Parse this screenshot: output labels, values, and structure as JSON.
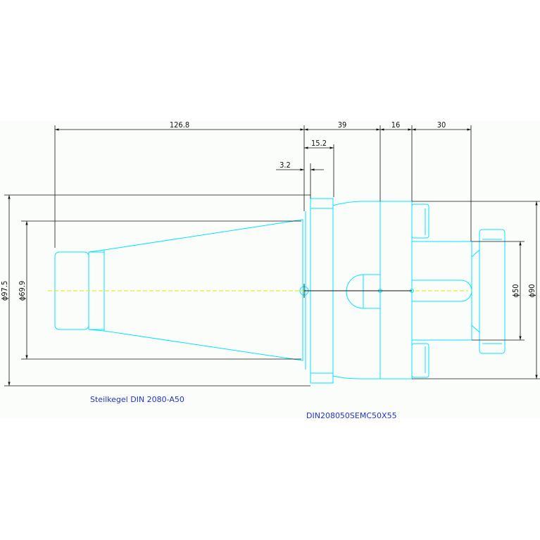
{
  "dimensions": {
    "total_length": "126.8",
    "length_39": "39",
    "length_16": "16",
    "length_30": "30",
    "length_15_2": "15.2",
    "length_3_2": "3.2",
    "dia_97_5": "ϕ97.5",
    "dia_69_9": "ϕ69.9",
    "dia_50": "ϕ50",
    "dia_90": "ϕ90"
  },
  "captions": {
    "taper_label": "Steilkegel DIN 2080-A50",
    "part_number": "DIN208050SEMC50X55"
  },
  "colors": {
    "outline": "#00e5ff",
    "dimension": "#111111",
    "centerline": "#e6e600",
    "caption": "#2233cc"
  }
}
